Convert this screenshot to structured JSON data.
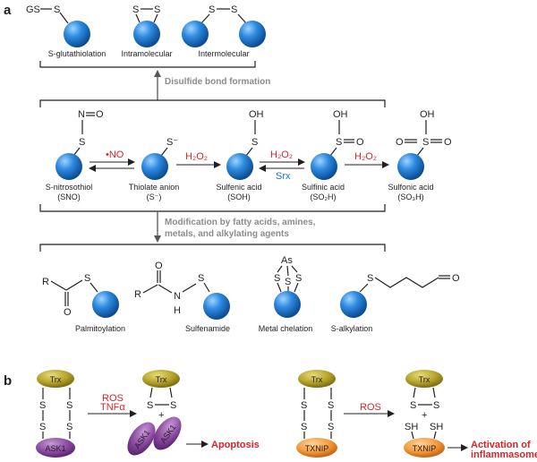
{
  "panels": {
    "a": "a",
    "b": "b"
  },
  "top_row": {
    "labels": [
      "S-glutathiolation",
      "Intramolecular",
      "Intermolecular"
    ],
    "gs": "GS",
    "caption": "Disulfide bond formation"
  },
  "middle_row": {
    "labels": [
      [
        "S-nitrosothiol",
        "(SNO)"
      ],
      [
        "Thiolate anion",
        "(S⁻)"
      ],
      [
        "Sulfenic acid",
        "(SOH)"
      ],
      [
        "Sulfinic acid",
        "(SO₂H)"
      ],
      [
        "Sulfonic acid",
        "(SO₃H)"
      ]
    ],
    "arrows": {
      "no": "•NO",
      "h2o2": "H₂O₂",
      "srx": "Srx"
    }
  },
  "bottom_caption": [
    "Modification by fatty acids, amines,",
    "metals, and alkylating agents"
  ],
  "bottom_row": {
    "labels": [
      "Palmitoylation",
      "Sulfenamide",
      "Metal chelation",
      "S-alkylation"
    ]
  },
  "atoms": {
    "S": "S",
    "O": "O",
    "N": "N",
    "H": "H",
    "R": "R",
    "As": "As",
    "OH": "OH",
    "S_minus": "S⁻",
    "SH": "SH"
  },
  "panel_b": {
    "trx": "Trx",
    "ask1": "ASK1",
    "txnip": "TXNIP",
    "ros": "ROS",
    "tnfa": "TNFα",
    "plus": "+",
    "apoptosis": "Apoptosis",
    "inflammasome": [
      "Activation of",
      "inflammasomes"
    ]
  },
  "colors": {
    "sphere": "#1f7fd1",
    "trx": "#a8941a",
    "ask1": "#7b3f8f",
    "txnip": "#f08a24",
    "red_text": "#d9232a",
    "grey_text": "#8c8c8c",
    "srx_blue": "#1a75bb"
  }
}
